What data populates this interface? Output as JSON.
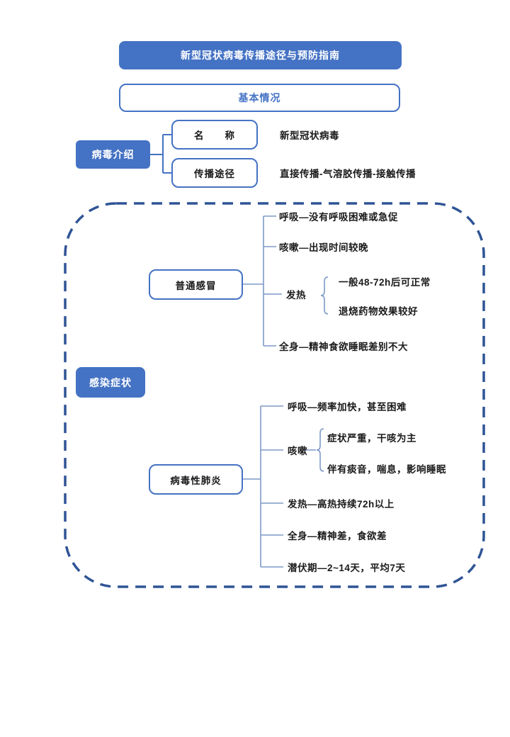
{
  "title": "新型冠状病毒传播途径与预防指南",
  "section_basic": "基本情况",
  "virus_intro": {
    "label": "病毒介绍",
    "name_label": "名　　称",
    "name_value": "新型冠状病毒",
    "route_label": "传播途径",
    "route_value": "直接传播-气溶胶传播-接触传播"
  },
  "symptoms": {
    "label": "感染症状",
    "common_cold": {
      "label": "普通感冒",
      "items": [
        "呼吸—没有呼吸困难或急促",
        "咳嗽—出现时间较晚",
        "发热",
        "全身—精神食欲睡眠差别不大"
      ],
      "fever_details": [
        "一般48-72h后可正常",
        "退烧药物效果较好"
      ]
    },
    "viral_pneumonia": {
      "label": "病毒性肺炎",
      "items": [
        "呼吸—频率加快，甚至困难",
        "咳嗽",
        "发热—高热持续72h以上",
        "全身—精神差，食欲差",
        "潜伏期—2~14天，平均7天"
      ],
      "cough_details": [
        "症状严重，干咳为主",
        "伴有痰音，喘息，影响睡眠"
      ]
    }
  },
  "colors": {
    "accent": "#4472C4",
    "dashed_border": "#2F5496",
    "connector": "#7D99C7",
    "text": "#1a1a1a"
  }
}
